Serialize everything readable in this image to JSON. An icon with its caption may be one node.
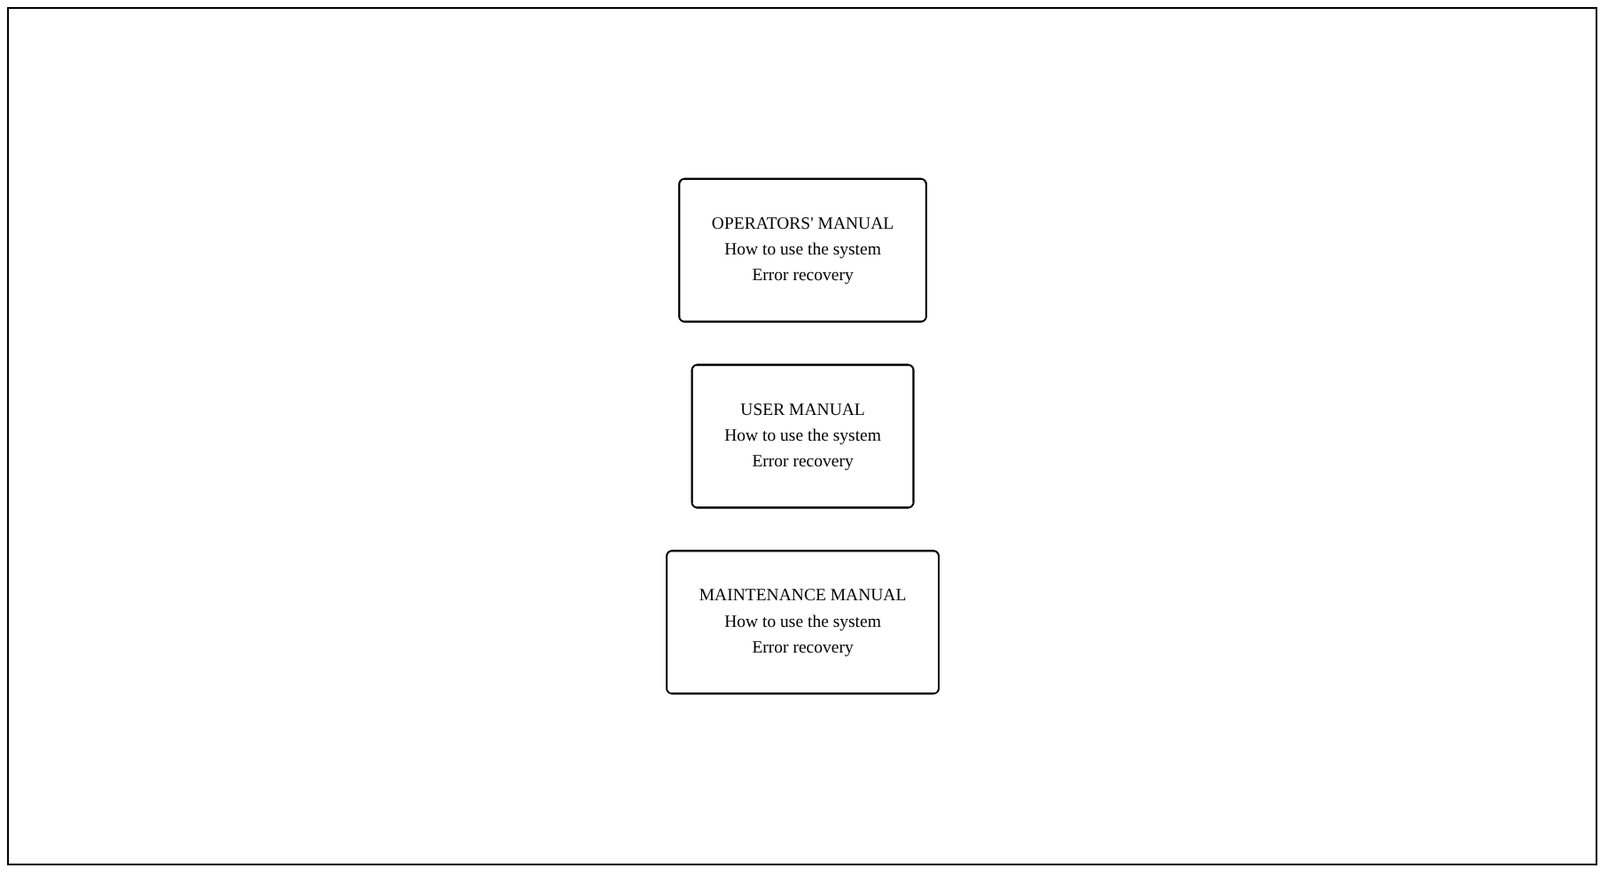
{
  "diagram": {
    "nodes": [
      {
        "text": [
          "OPERATORS' MANUAL",
          "How to use the system",
          "Error recovery"
        ]
      },
      {
        "text": [
          "USER MANUAL",
          "How to use the system",
          "Error recovery"
        ]
      },
      {
        "text": [
          "MAINTENANCE MANUAL",
          "How to use the system",
          "Error recovery"
        ]
      }
    ],
    "edges": []
  }
}
